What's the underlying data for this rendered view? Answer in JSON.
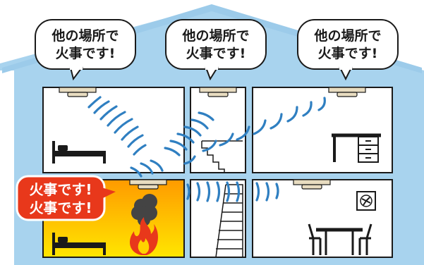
{
  "speech_bubbles": [
    {
      "line1": "他の場所で",
      "line2": "火事です!"
    },
    {
      "line1": "他の場所で",
      "line2": "火事です!"
    },
    {
      "line1": "他の場所で",
      "line2": "火事です!"
    }
  ],
  "alarm_bubble": {
    "line1": "火事です!",
    "line2": "火事です!"
  },
  "colors": {
    "house": "#a8d3ee",
    "house_dark": "#7bb8df",
    "wall": "#ffffff",
    "outline": "#1a1a1a",
    "wave": "#2f7fc1",
    "fire_top": "#ffb400",
    "fire_bottom": "#ffe800",
    "alarm_bubble": "#e8381b",
    "detector": "#e8dcc0"
  }
}
